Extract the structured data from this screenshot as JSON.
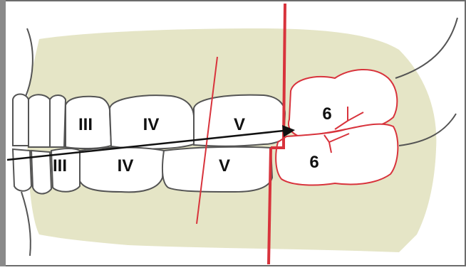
{
  "diagram": {
    "colors": {
      "gum": "#e5e5c6",
      "outline": "#545454",
      "red": "#d8333c",
      "frame": "#6b6b6b",
      "arrow": "#111111"
    },
    "labels": {
      "upper_III": "III",
      "upper_IV": "IV",
      "upper_V": "V",
      "upper_6": "6",
      "lower_III": "III",
      "lower_IV": "IV",
      "lower_V": "V",
      "lower_6": "6"
    }
  }
}
